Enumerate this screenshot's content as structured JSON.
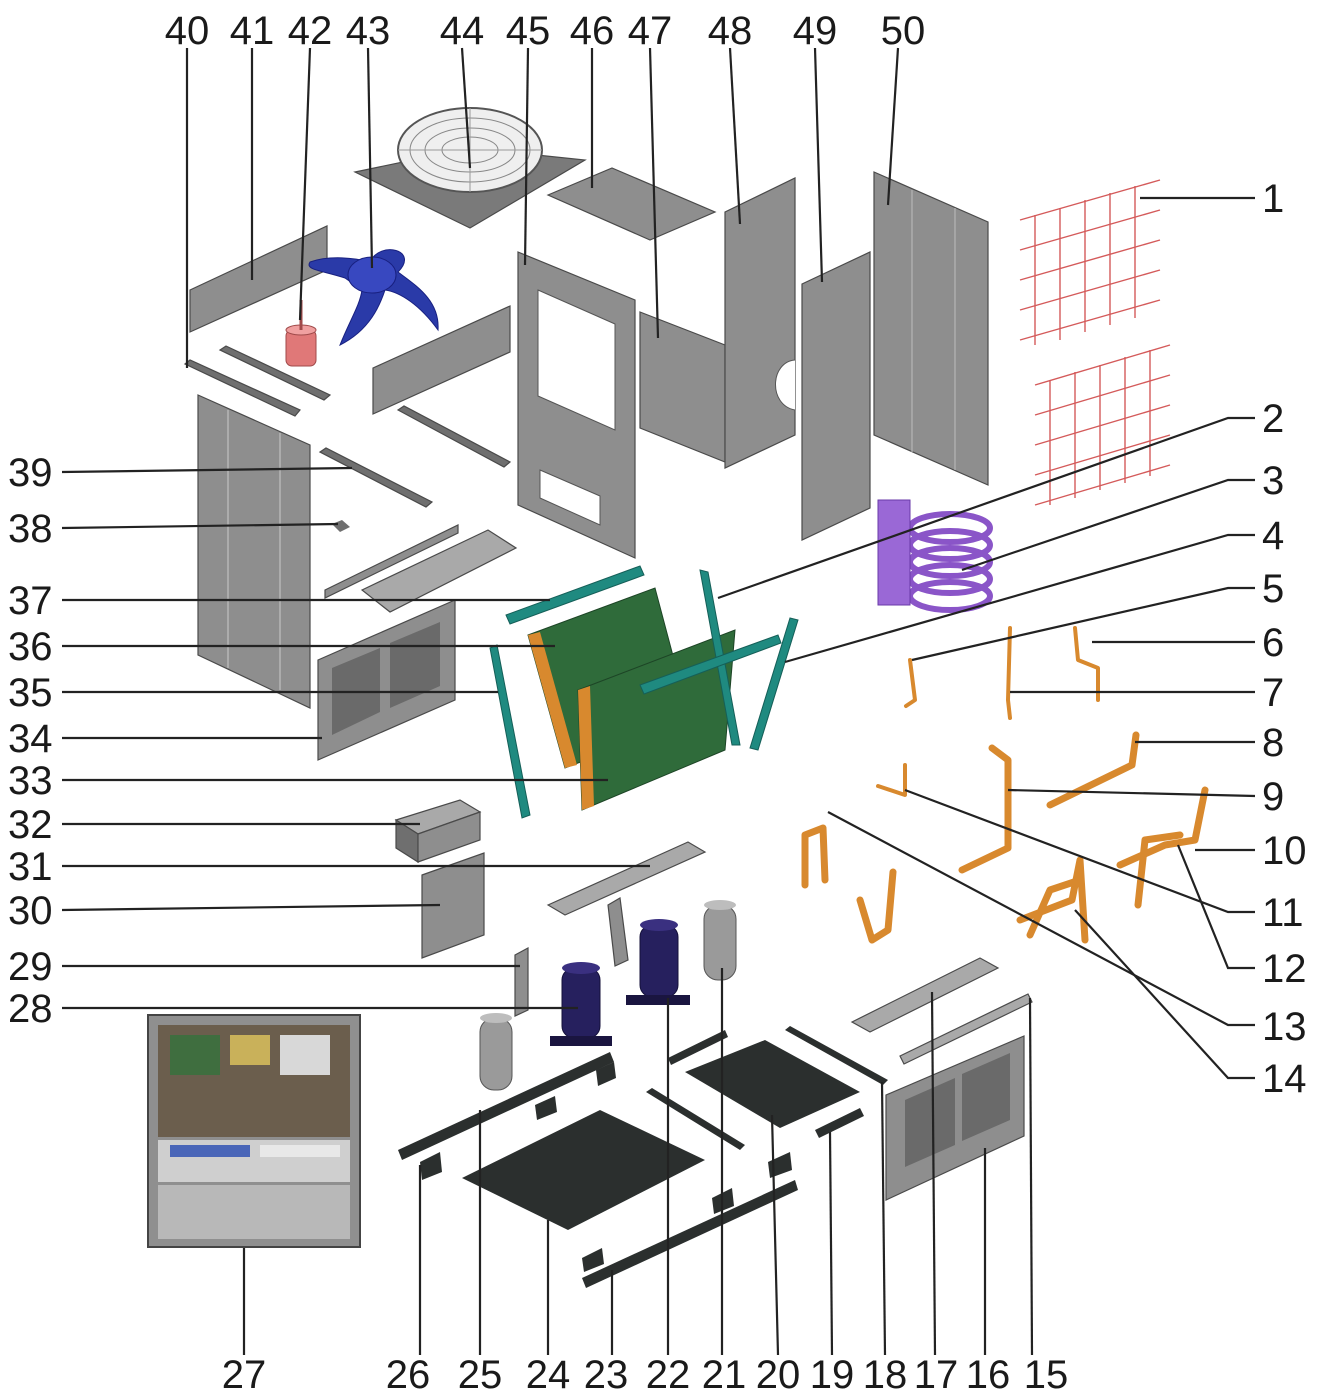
{
  "diagram": {
    "callouts": {
      "n1": "1",
      "n2": "2",
      "n3": "3",
      "n4": "4",
      "n5": "5",
      "n6": "6",
      "n7": "7",
      "n8": "8",
      "n9": "9",
      "n10": "10",
      "n11": "11",
      "n12": "12",
      "n13": "13",
      "n14": "14",
      "n15": "15",
      "n16": "16",
      "n17": "17",
      "n18": "18",
      "n19": "19",
      "n20": "20",
      "n21": "21",
      "n22": "22",
      "n23": "23",
      "n24": "24",
      "n25": "25",
      "n26": "26",
      "n27": "27",
      "n28": "28",
      "n29": "29",
      "n30": "30",
      "n31": "31",
      "n32": "32",
      "n33": "33",
      "n34": "34",
      "n35": "35",
      "n36": "36",
      "n37": "37",
      "n38": "38",
      "n39": "39",
      "n40": "40",
      "n41": "41",
      "n42": "42",
      "n43": "43",
      "n44": "44",
      "n45": "45",
      "n46": "46",
      "n47": "47",
      "n48": "48",
      "n49": "49",
      "n50": "50"
    },
    "colors": {
      "panel": "#8e8e8e",
      "copper": "#d8892e",
      "coil": "#2f6b3a",
      "fin": "#1f8a80",
      "compressor": "#26205e",
      "coil_tube": "#8a55c8",
      "fan_blade": "#2a3aa8",
      "motor": "#e07878",
      "base": "#2b2f2e",
      "leader": "#222222"
    }
  }
}
